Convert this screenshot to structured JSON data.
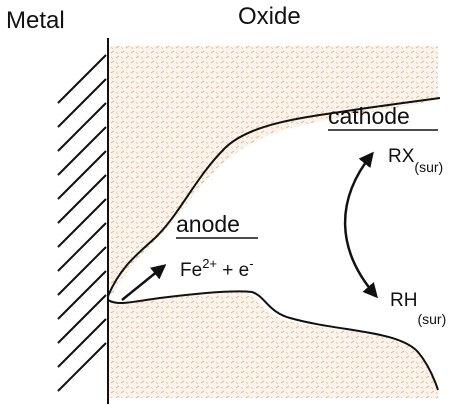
{
  "labels": {
    "metal": "Metal",
    "oxide": "Oxide",
    "anode": "anode",
    "cathode": "cathode"
  },
  "anode_reaction": {
    "species": "Fe",
    "charge": "2+",
    "plus": " + e",
    "electron_charge": "-"
  },
  "cathode_reaction": {
    "reactant": "RX",
    "reactant_sub": "(sur)",
    "product": "RH",
    "product_sub": "(sur)"
  },
  "colors": {
    "line": "#111111",
    "oxide_texture": "#d9b48f",
    "oxide_fill": "#fbf4ec"
  }
}
